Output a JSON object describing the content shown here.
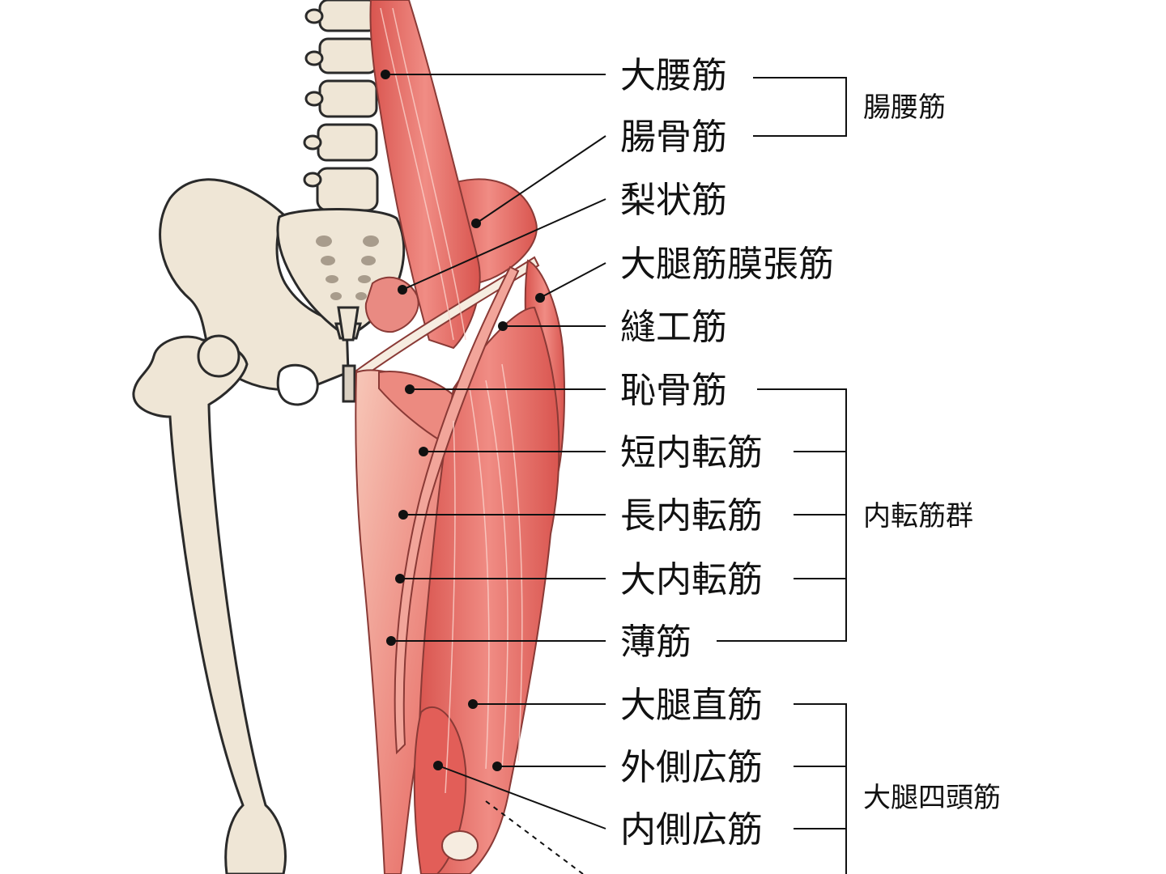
{
  "labels": {
    "psoas_major": "大腰筋",
    "iliacus": "腸骨筋",
    "piriformis": "梨状筋",
    "tfl": "大腿筋膜張筋",
    "sartorius": "縫工筋",
    "pectineus": "恥骨筋",
    "adductor_brevis": "短内転筋",
    "adductor_longus": "長内転筋",
    "adductor_magnus": "大内転筋",
    "gracilis": "薄筋",
    "rectus_femoris": "大腿直筋",
    "vastus_lateralis": "外側広筋",
    "vastus_medialis": "内側広筋"
  },
  "groups": {
    "iliopsoas": "腸腰筋",
    "adductors": "内転筋群",
    "quadriceps": "大腿四頭筋"
  },
  "colors": {
    "bone": "#EFE6D6",
    "bone_outline": "#2A2A2A",
    "muscle": "#E8706E",
    "muscle_light": "#F3A89C",
    "muscle_dark": "#D4504C",
    "tendon": "#F6ECE0"
  }
}
